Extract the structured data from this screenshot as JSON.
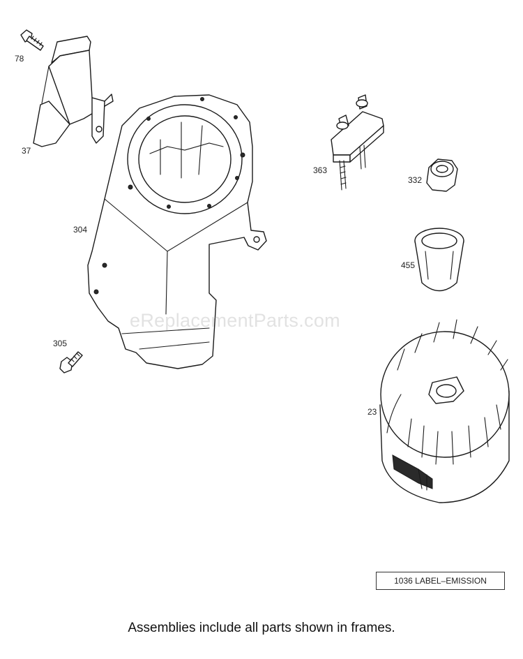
{
  "callouts": {
    "p78": "78",
    "p37": "37",
    "p304": "304",
    "p305": "305",
    "p363": "363",
    "p332": "332",
    "p455": "455",
    "p23": "23"
  },
  "watermark": "eReplacementParts.com",
  "frame_label": "1036 LABEL–EMISSION",
  "footer_note": "Assemblies include all parts shown in frames."
}
